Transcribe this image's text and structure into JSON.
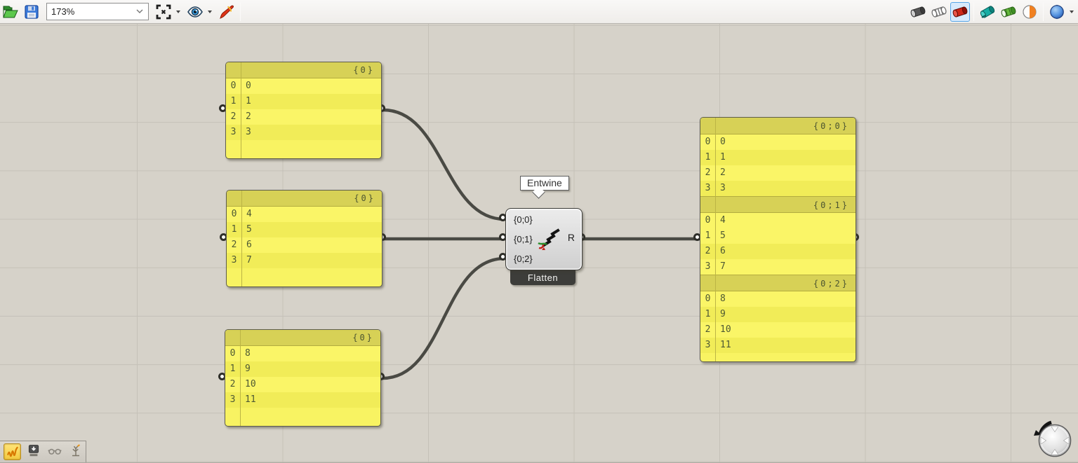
{
  "toolbar": {
    "zoom": "173%",
    "left_icons": [
      "open-file",
      "save-file",
      "zoom-extents",
      "preview-visibility",
      "sketch-tool"
    ],
    "right_icons": [
      "preview-off",
      "preview-wireframe",
      "preview-shaded",
      "preview-custom-teal",
      "preview-custom-green",
      "preview-colours",
      "preview-blue-setting"
    ],
    "selected_right_icon": "preview-shaded"
  },
  "component": {
    "tooltip": "Entwine",
    "inputs": [
      "{0;0}",
      "{0;1}",
      "{0;2}"
    ],
    "output": "R",
    "tag": "Flatten",
    "icon": "entwine-icon"
  },
  "input_panels": [
    {
      "header": "{0}",
      "rows": [
        [
          "0",
          "0"
        ],
        [
          "1",
          "1"
        ],
        [
          "2",
          "2"
        ],
        [
          "3",
          "3"
        ]
      ]
    },
    {
      "header": "{0}",
      "rows": [
        [
          "0",
          "4"
        ],
        [
          "1",
          "5"
        ],
        [
          "2",
          "6"
        ],
        [
          "3",
          "7"
        ]
      ]
    },
    {
      "header": "{0}",
      "rows": [
        [
          "0",
          "8"
        ],
        [
          "1",
          "9"
        ],
        [
          "2",
          "10"
        ],
        [
          "3",
          "11"
        ]
      ]
    }
  ],
  "output_panel": {
    "sections": [
      {
        "header": "{0;0}",
        "rows": [
          [
            "0",
            "0"
          ],
          [
            "1",
            "1"
          ],
          [
            "2",
            "2"
          ],
          [
            "3",
            "3"
          ]
        ]
      },
      {
        "header": "{0;1}",
        "rows": [
          [
            "0",
            "4"
          ],
          [
            "1",
            "5"
          ],
          [
            "2",
            "6"
          ],
          [
            "3",
            "7"
          ]
        ]
      },
      {
        "header": "{0;2}",
        "rows": [
          [
            "0",
            "8"
          ],
          [
            "1",
            "9"
          ],
          [
            "2",
            "10"
          ],
          [
            "3",
            "11"
          ]
        ]
      }
    ]
  },
  "minibar_icons": [
    "sketch-wave",
    "download-solution",
    "spectacles",
    "tree-view"
  ],
  "colors": {
    "canvas_bg": "#d6d2c9",
    "grid_line": "#c5c1b8",
    "panel_body": "#f8f362",
    "panel_header": "#d7d156",
    "panel_text": "#4e5933",
    "wire": "#4a4a44",
    "component_tag_bg": "#3d3d3a",
    "selection_blue": "#58a6e8"
  }
}
